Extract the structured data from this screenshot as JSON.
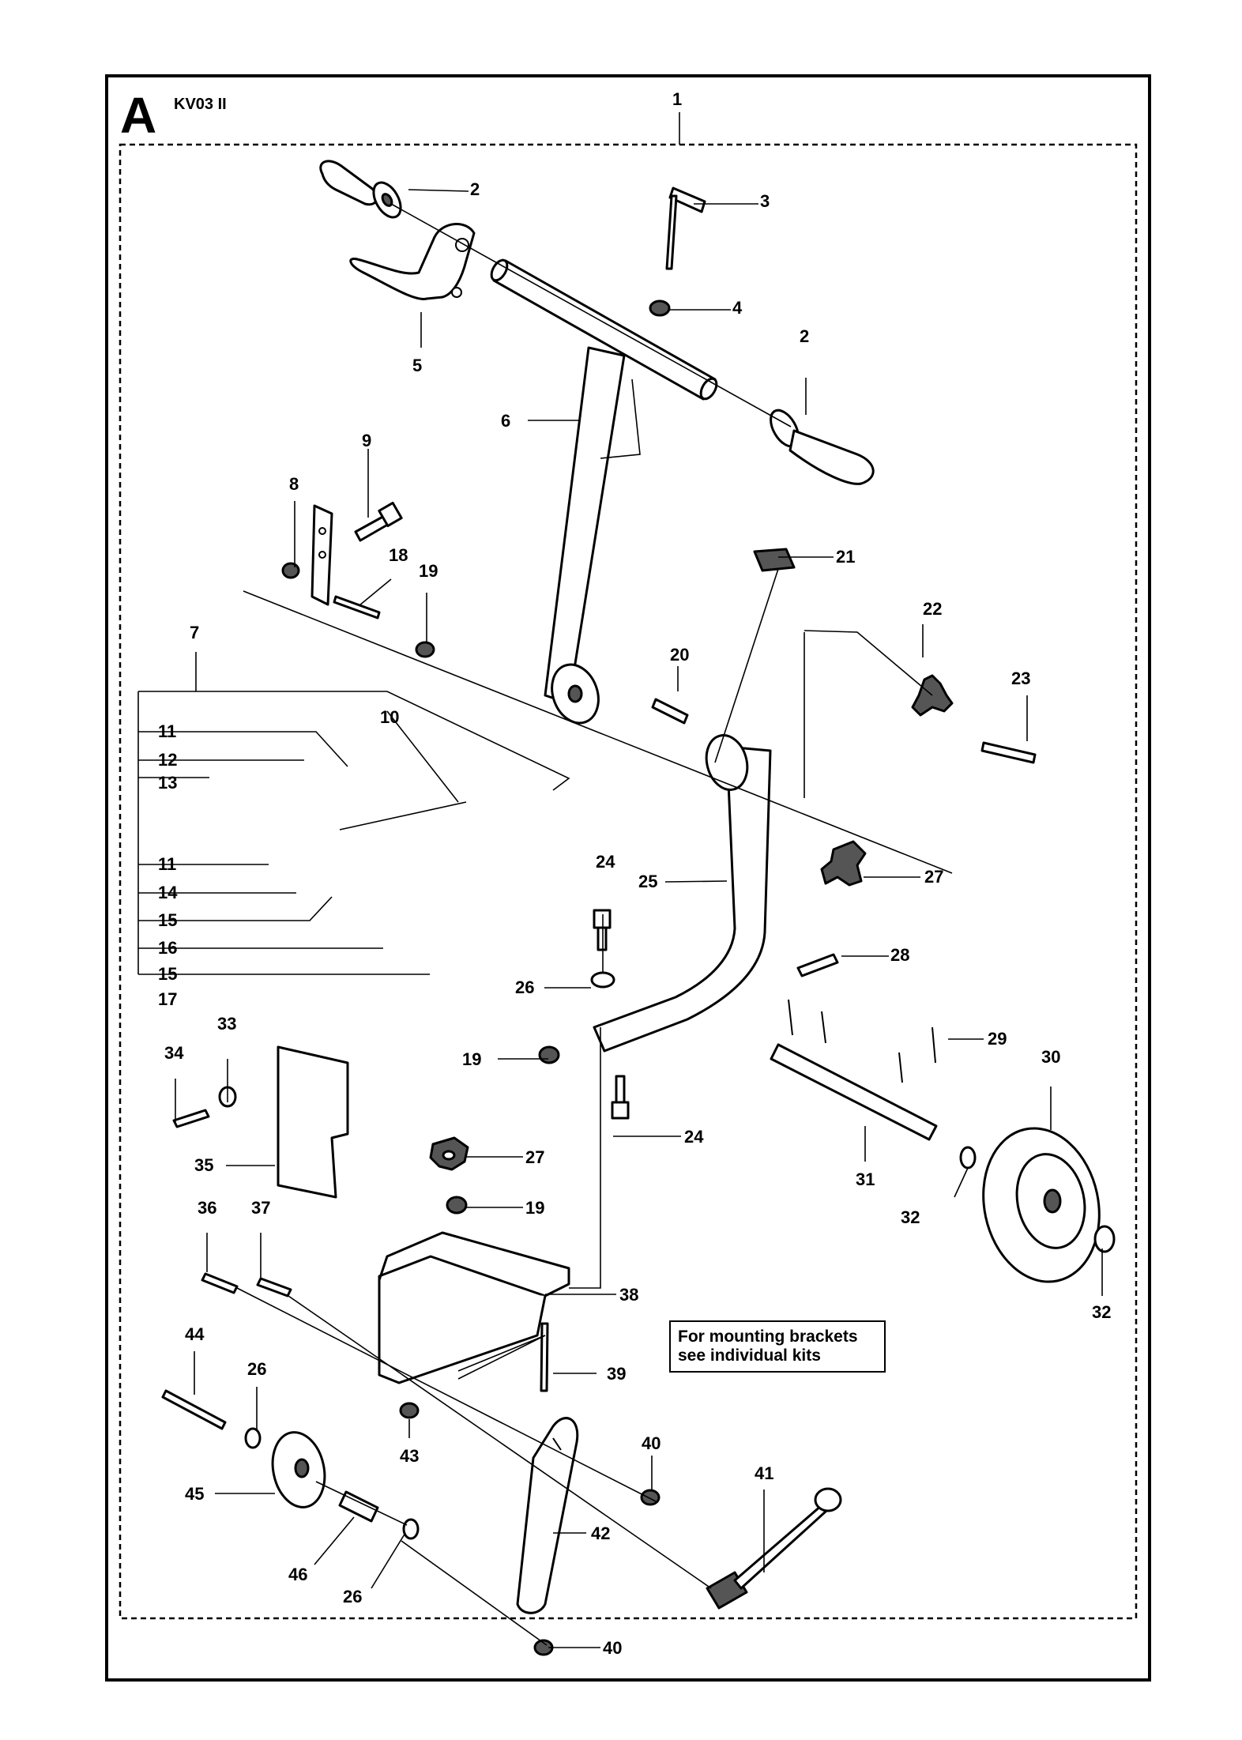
{
  "section_letter": "A",
  "model": "KV03 II",
  "note": {
    "line1": "For mounting brackets",
    "line2": "see individual kits"
  },
  "callouts": {
    "c1": "1",
    "c2a": "2",
    "c2b": "2",
    "c3": "3",
    "c4": "4",
    "c5": "5",
    "c6": "6",
    "c7": "7",
    "c8": "8",
    "c9": "9",
    "c10": "10",
    "c11a": "11",
    "c11b": "11",
    "c12": "12",
    "c13": "13",
    "c14": "14",
    "c15a": "15",
    "c15b": "15",
    "c16": "16",
    "c17": "17",
    "c18": "18",
    "c19a": "19",
    "c19b": "19",
    "c19c": "19",
    "c20": "20",
    "c21": "21",
    "c22": "22",
    "c23": "23",
    "c24a": "24",
    "c24b": "24",
    "c25": "25",
    "c26a": "26",
    "c26b": "26",
    "c26c": "26",
    "c27a": "27",
    "c27b": "27",
    "c28": "28",
    "c29": "29",
    "c30": "30",
    "c31": "31",
    "c32a": "32",
    "c32b": "32",
    "c33": "33",
    "c34": "34",
    "c35": "35",
    "c36": "36",
    "c37": "37",
    "c38": "38",
    "c39": "39",
    "c40a": "40",
    "c40b": "40",
    "c41": "41",
    "c42": "42",
    "c43": "43",
    "c44": "44",
    "c45": "45",
    "c46": "46"
  }
}
